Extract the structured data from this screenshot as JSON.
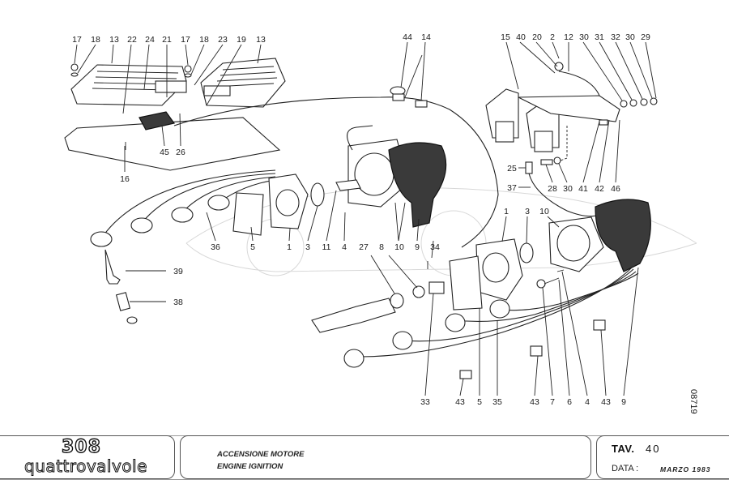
{
  "drawing": {
    "title_it": "ACCENSIONE MOTORE",
    "title_en": "ENGINE IGNITION",
    "drawing_code": "08719",
    "callouts": [
      {
        "id": "c17a",
        "label": "17"
      },
      {
        "id": "c18a",
        "label": "18"
      },
      {
        "id": "c13a",
        "label": "13"
      },
      {
        "id": "c22",
        "label": "22"
      },
      {
        "id": "c24",
        "label": "24"
      },
      {
        "id": "c21",
        "label": "21"
      },
      {
        "id": "c17b",
        "label": "17"
      },
      {
        "id": "c18b",
        "label": "18"
      },
      {
        "id": "c23",
        "label": "23"
      },
      {
        "id": "c19",
        "label": "19"
      },
      {
        "id": "c13b",
        "label": "13"
      },
      {
        "id": "c44",
        "label": "44"
      },
      {
        "id": "c14",
        "label": "14"
      },
      {
        "id": "c15",
        "label": "15"
      },
      {
        "id": "c40",
        "label": "40"
      },
      {
        "id": "c20",
        "label": "20"
      },
      {
        "id": "c2",
        "label": "2"
      },
      {
        "id": "c12",
        "label": "12"
      },
      {
        "id": "c30a",
        "label": "30"
      },
      {
        "id": "c31",
        "label": "31"
      },
      {
        "id": "c32",
        "label": "32"
      },
      {
        "id": "c30b",
        "label": "30"
      },
      {
        "id": "c29",
        "label": "29"
      },
      {
        "id": "c45",
        "label": "45"
      },
      {
        "id": "c26",
        "label": "26"
      },
      {
        "id": "c16",
        "label": "16"
      },
      {
        "id": "c25",
        "label": "25"
      },
      {
        "id": "c28",
        "label": "28"
      },
      {
        "id": "c30c",
        "label": "30"
      },
      {
        "id": "c41",
        "label": "41"
      },
      {
        "id": "c42",
        "label": "42"
      },
      {
        "id": "c46",
        "label": "46"
      },
      {
        "id": "c37",
        "label": "37"
      },
      {
        "id": "c36",
        "label": "36"
      },
      {
        "id": "c5a",
        "label": "5"
      },
      {
        "id": "c1a",
        "label": "1"
      },
      {
        "id": "c3a",
        "label": "3"
      },
      {
        "id": "c11",
        "label": "11"
      },
      {
        "id": "c4a",
        "label": "4"
      },
      {
        "id": "c10a",
        "label": "10"
      },
      {
        "id": "c9a",
        "label": "9"
      },
      {
        "id": "c34",
        "label": "34"
      },
      {
        "id": "c1b",
        "label": "1"
      },
      {
        "id": "c3b",
        "label": "3"
      },
      {
        "id": "c10b",
        "label": "10"
      },
      {
        "id": "c27",
        "label": "27"
      },
      {
        "id": "c8",
        "label": "8"
      },
      {
        "id": "c39",
        "label": "39"
      },
      {
        "id": "c38",
        "label": "38"
      },
      {
        "id": "c33",
        "label": "33"
      },
      {
        "id": "c43a",
        "label": "43"
      },
      {
        "id": "c5b",
        "label": "5"
      },
      {
        "id": "c35",
        "label": "35"
      },
      {
        "id": "c43b",
        "label": "43"
      },
      {
        "id": "c7",
        "label": "7"
      },
      {
        "id": "c6",
        "label": "6"
      },
      {
        "id": "c4b",
        "label": "4"
      },
      {
        "id": "c43c",
        "label": "43"
      },
      {
        "id": "c9b",
        "label": "9"
      }
    ]
  },
  "titleblock": {
    "logo_number": "308",
    "logo_word": "quattrovalvole",
    "description_it": "ACCENSIONE MOTORE",
    "description_en": "ENGINE IGNITION",
    "tav_label": "TAV.",
    "tav_number": "40",
    "date_label": "DATA :",
    "date_value": "MARZO 1983"
  }
}
